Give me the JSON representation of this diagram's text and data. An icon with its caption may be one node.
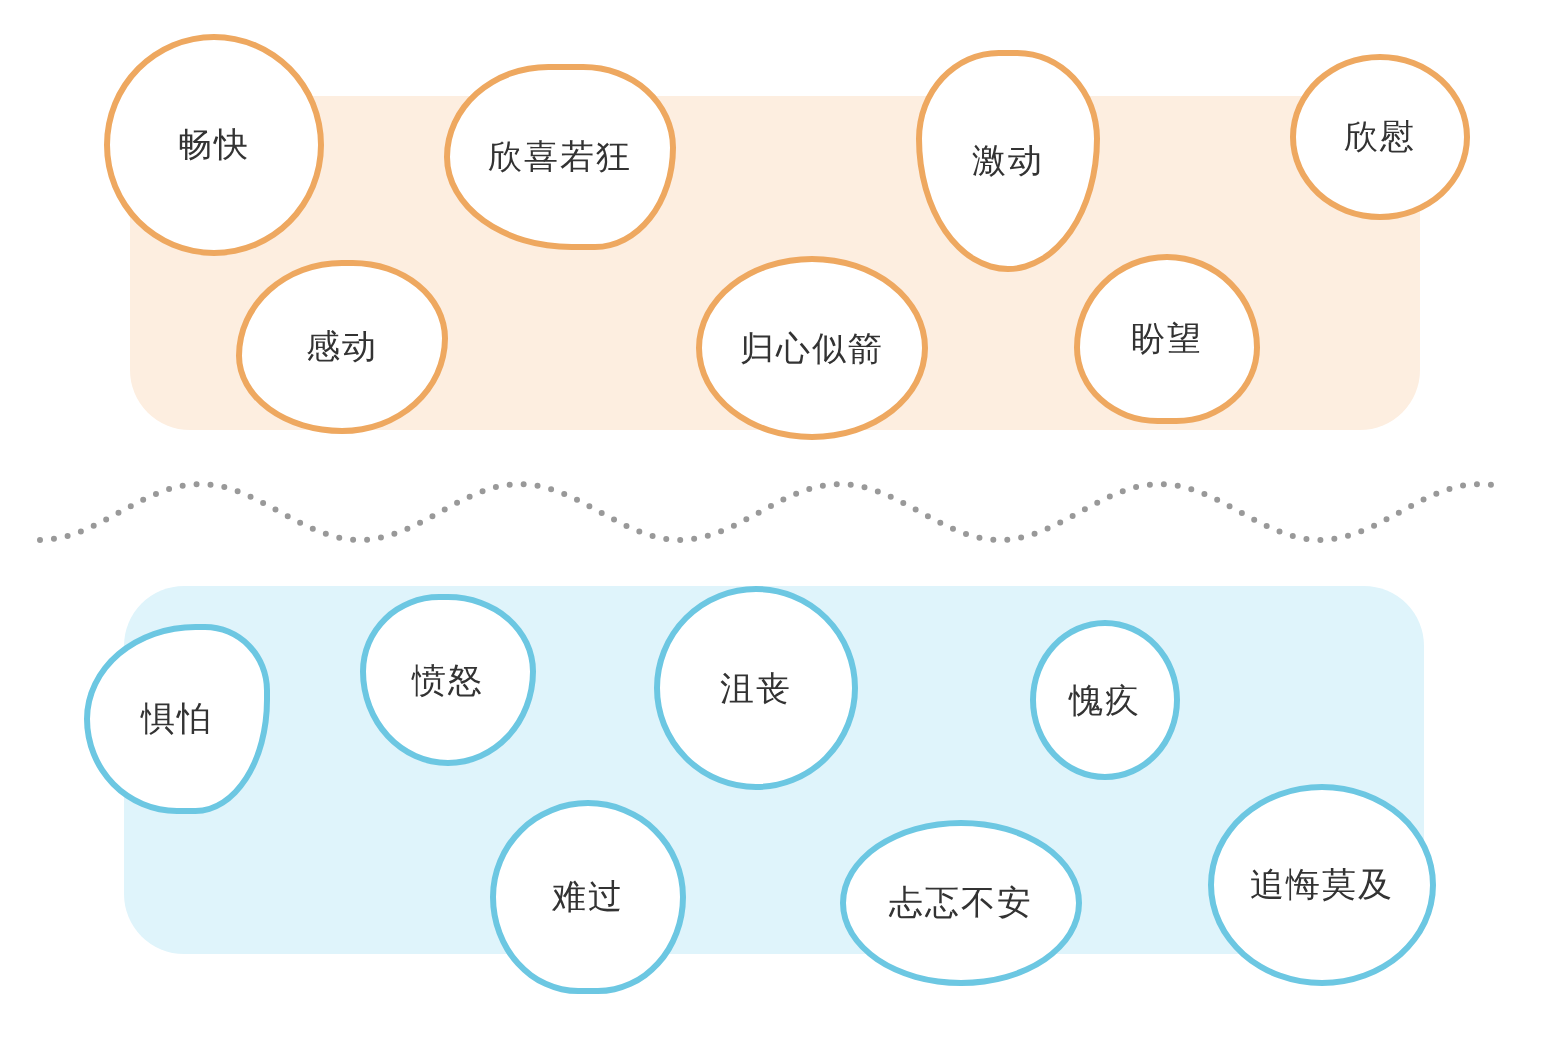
{
  "diagram": {
    "nodes": [
      {
        "text": [
          "畅快"
        ]
      },
      {
        "text": [
          "欣喜若狂"
        ]
      },
      {
        "text": [
          "激动"
        ]
      },
      {
        "text": [
          "欣慰"
        ]
      },
      {
        "text": [
          "感动"
        ]
      },
      {
        "text": [
          "归心似箭"
        ]
      },
      {
        "text": [
          "盼望"
        ]
      },
      {
        "text": [
          "惧怕"
        ]
      },
      {
        "text": [
          "愤怒"
        ]
      },
      {
        "text": [
          "沮丧"
        ]
      },
      {
        "text": [
          "愧疚"
        ]
      },
      {
        "text": [
          "难过"
        ]
      },
      {
        "text": [
          "忐忑不安"
        ]
      },
      {
        "text": [
          "追悔莫及"
        ]
      }
    ]
  }
}
